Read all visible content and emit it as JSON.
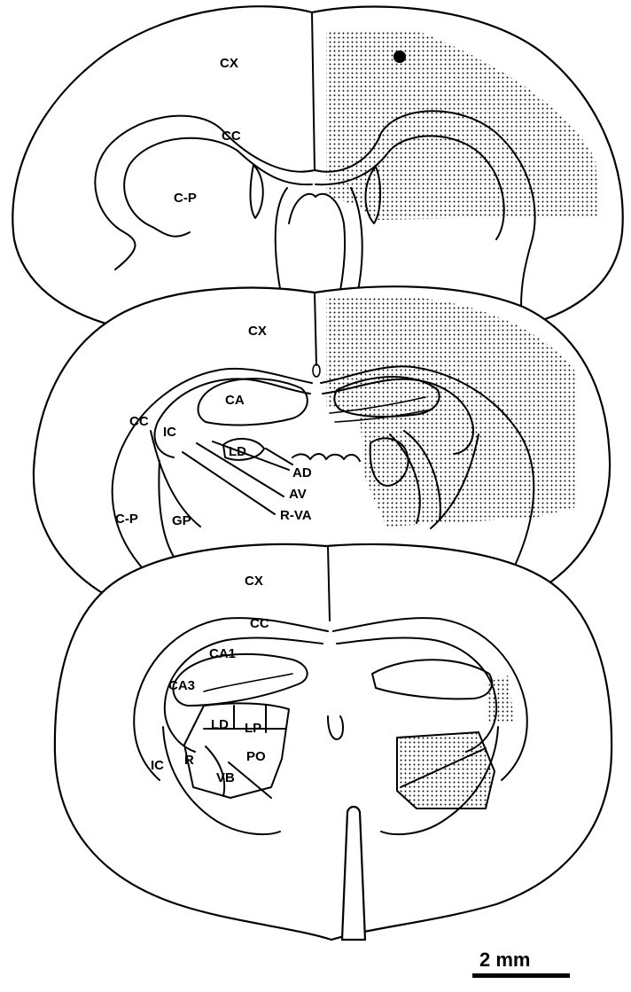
{
  "colors": {
    "ink": "#000000",
    "paper": "#ffffff",
    "lesion_stipple": "#000000"
  },
  "sections": [
    {
      "id": "rostral",
      "labels": {
        "cx": "CX",
        "cc": "CC",
        "cp": "C-P"
      }
    },
    {
      "id": "middle",
      "labels": {
        "cx": "CX",
        "ca": "CA",
        "cc": "CC",
        "ic": "IC",
        "ld": "LD",
        "ad": "AD",
        "av": "AV",
        "rva": "R-VA",
        "cp": "C-P",
        "gp": "GP"
      }
    },
    {
      "id": "caudal",
      "labels": {
        "cx": "CX",
        "cc": "CC",
        "ca1": "CA1",
        "ca3": "CA3",
        "ld": "LD",
        "lp": "LP",
        "ic": "IC",
        "r": "R",
        "po": "PO",
        "vb": "VB"
      }
    }
  ],
  "scale_bar": {
    "label": "2 mm"
  }
}
